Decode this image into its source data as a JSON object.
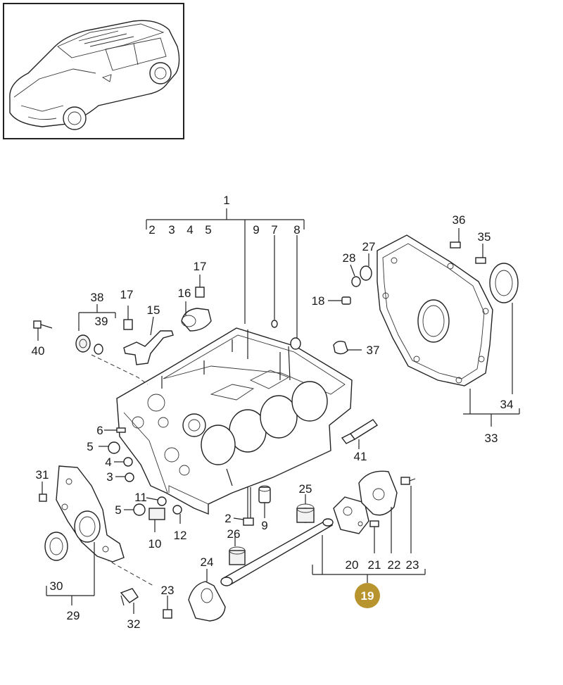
{
  "callouts": [
    {
      "id": "c1",
      "label": "1"
    },
    {
      "id": "c2a",
      "label": "2"
    },
    {
      "id": "c3a",
      "label": "3"
    },
    {
      "id": "c4a",
      "label": "4"
    },
    {
      "id": "c5a",
      "label": "5"
    },
    {
      "id": "c9a",
      "label": "9"
    },
    {
      "id": "c7",
      "label": "7"
    },
    {
      "id": "c8",
      "label": "8"
    },
    {
      "id": "c36",
      "label": "36"
    },
    {
      "id": "c35",
      "label": "35"
    },
    {
      "id": "c28",
      "label": "28"
    },
    {
      "id": "c27",
      "label": "27"
    },
    {
      "id": "c17a",
      "label": "17"
    },
    {
      "id": "c38",
      "label": "38"
    },
    {
      "id": "c17b",
      "label": "17"
    },
    {
      "id": "c16",
      "label": "16"
    },
    {
      "id": "c15",
      "label": "15"
    },
    {
      "id": "c18",
      "label": "18"
    },
    {
      "id": "c39",
      "label": "39"
    },
    {
      "id": "c40",
      "label": "40"
    },
    {
      "id": "c37",
      "label": "37"
    },
    {
      "id": "c34",
      "label": "34"
    },
    {
      "id": "c33",
      "label": "33"
    },
    {
      "id": "c6",
      "label": "6"
    },
    {
      "id": "c5b",
      "label": "5"
    },
    {
      "id": "c4b",
      "label": "4"
    },
    {
      "id": "c41",
      "label": "41"
    },
    {
      "id": "c3b",
      "label": "3"
    },
    {
      "id": "c31",
      "label": "31"
    },
    {
      "id": "c25",
      "label": "25"
    },
    {
      "id": "c11",
      "label": "11"
    },
    {
      "id": "c5c",
      "label": "5"
    },
    {
      "id": "c2b",
      "label": "2"
    },
    {
      "id": "c9b",
      "label": "9"
    },
    {
      "id": "c12",
      "label": "12"
    },
    {
      "id": "c10",
      "label": "10"
    },
    {
      "id": "c26",
      "label": "26"
    },
    {
      "id": "c24",
      "label": "24"
    },
    {
      "id": "c20",
      "label": "20"
    },
    {
      "id": "c21",
      "label": "21"
    },
    {
      "id": "c22",
      "label": "22"
    },
    {
      "id": "c23a",
      "label": "23"
    },
    {
      "id": "c30",
      "label": "30"
    },
    {
      "id": "c23b",
      "label": "23"
    },
    {
      "id": "c29",
      "label": "29"
    },
    {
      "id": "c32",
      "label": "32"
    }
  ],
  "highlight": {
    "label": "19",
    "color": "#b8942e"
  },
  "colors": {
    "line": "#222222",
    "badge": "#b8942e"
  }
}
